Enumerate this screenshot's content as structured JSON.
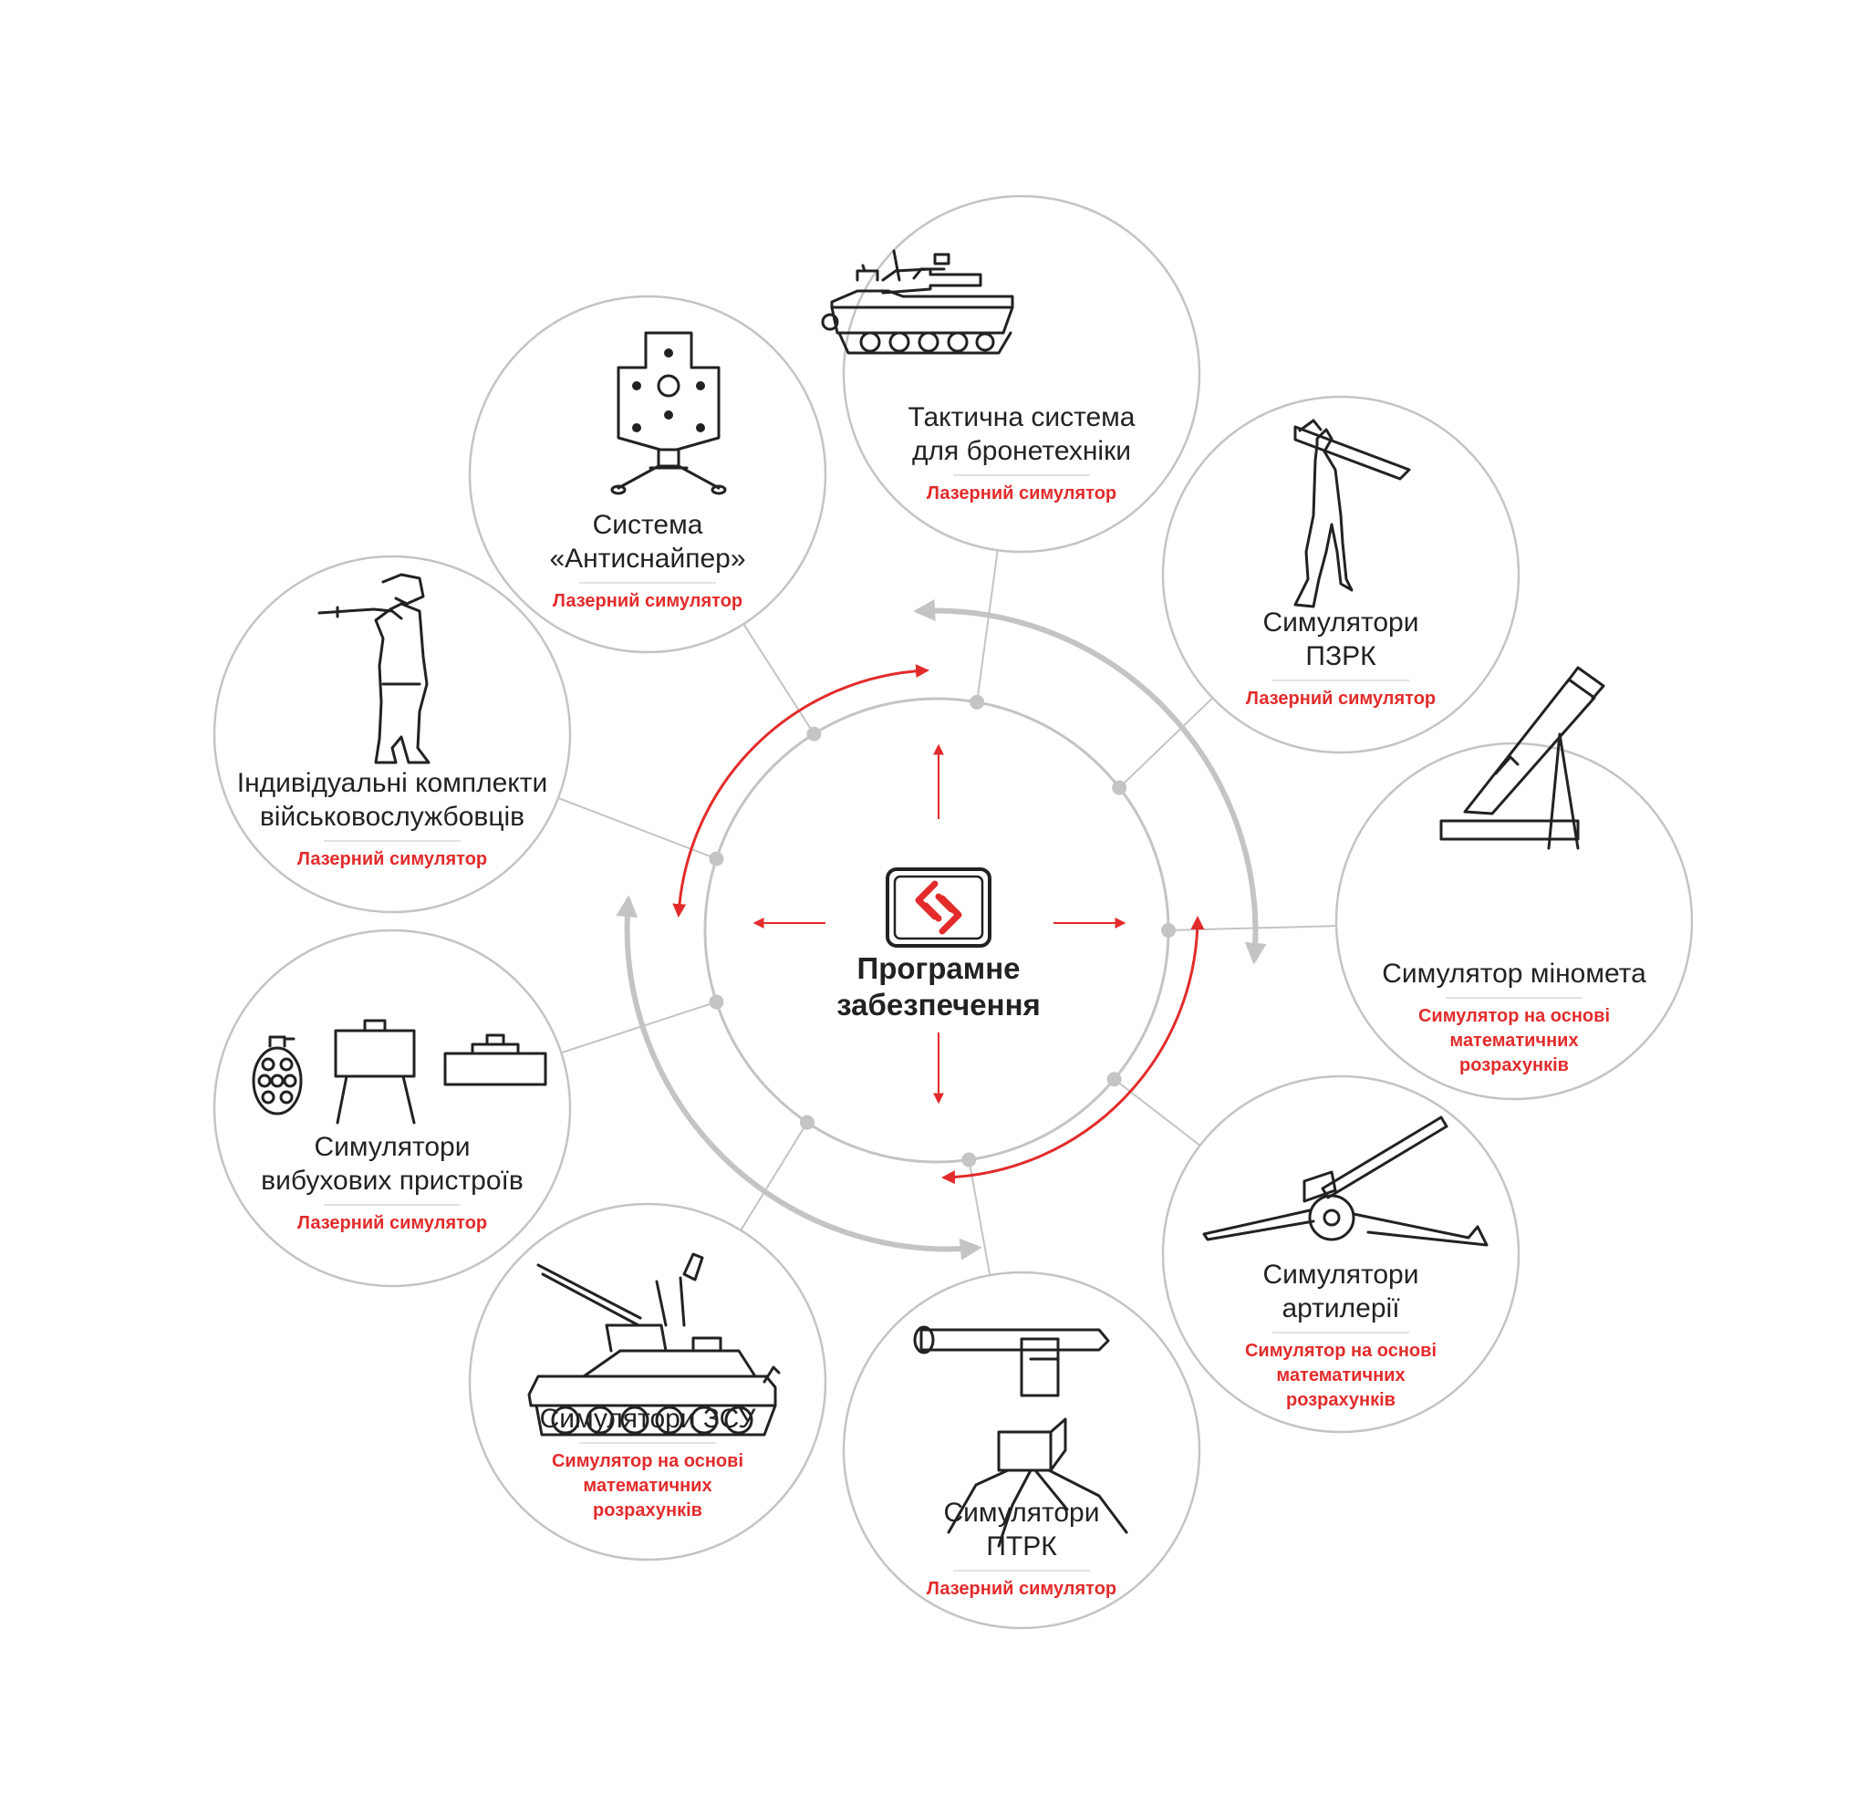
{
  "colors": {
    "accent": "#e32b2b",
    "line": "#c4c4c4",
    "text": "#222222"
  },
  "center": {
    "title_lines": [
      "Програмне",
      "забезпечення"
    ],
    "logo_icon": "software-logo-icon"
  },
  "nodes": [
    {
      "id": "antisniper",
      "icon": "target-stand-icon",
      "title_lines": [
        "Система",
        "«Антиснайпер»"
      ],
      "subtitle_lines": [
        "Лазерний симулятор"
      ]
    },
    {
      "id": "armor",
      "icon": "tank-icon",
      "title_lines": [
        "Тактична система",
        "для бронетехніки"
      ],
      "subtitle_lines": [
        "Лазерний симулятор"
      ]
    },
    {
      "id": "manpads",
      "icon": "manpads-soldier-icon",
      "title_lines": [
        "Симулятори",
        "ПЗРК"
      ],
      "subtitle_lines": [
        "Лазерний симулятор"
      ]
    },
    {
      "id": "mortar",
      "icon": "mortar-icon",
      "title_lines": [
        "Симулятор міномета"
      ],
      "subtitle_lines": [
        "Симулятор на основі",
        "математичних",
        "розрахунків"
      ]
    },
    {
      "id": "artillery",
      "icon": "howitzer-icon",
      "title_lines": [
        "Симулятори",
        "артилерії"
      ],
      "subtitle_lines": [
        "Симулятор на основі",
        "математичних",
        "розрахунків"
      ]
    },
    {
      "id": "atgm",
      "icon": "atgm-launcher-icon",
      "title_lines": [
        "Симулятори",
        "ПТРК"
      ],
      "subtitle_lines": [
        "Лазерний симулятор"
      ]
    },
    {
      "id": "spaag",
      "icon": "spaag-vehicle-icon",
      "title_lines": [
        "Симулятори ЗСУ"
      ],
      "subtitle_lines": [
        "Симулятор на основі",
        "математичних",
        "розрахунків"
      ]
    },
    {
      "id": "explosives",
      "icon": "explosive-devices-icon",
      "title_lines": [
        "Симулятори",
        "вибухових пристроїв"
      ],
      "subtitle_lines": [
        "Лазерний симулятор"
      ]
    },
    {
      "id": "individual",
      "icon": "rifleman-icon",
      "title_lines": [
        "Індивідуальні комплекти",
        "військовослужбовців"
      ],
      "subtitle_lines": [
        "Лазерний симулятор"
      ]
    }
  ]
}
